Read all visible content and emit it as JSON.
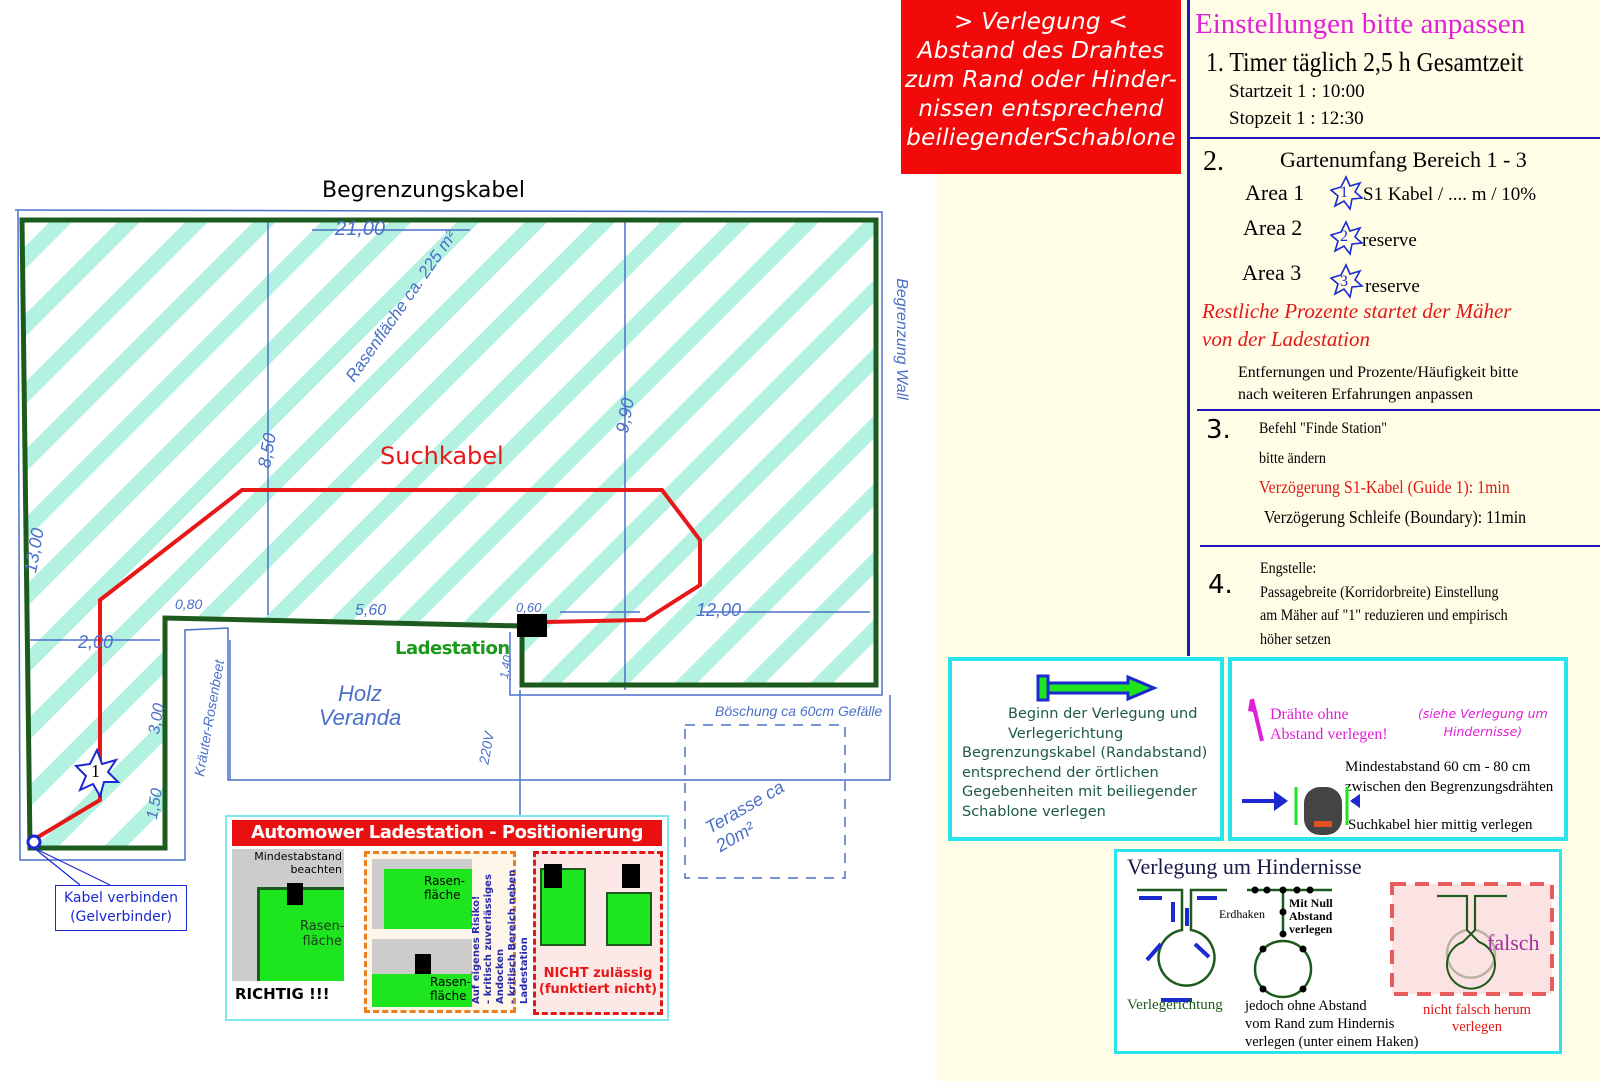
{
  "plan": {
    "boundary_label": "Begrenzungskabel",
    "guide_label": "Suchkabel",
    "station_label": "Ladestation",
    "connector_note": [
      "Kabel verbinden",
      "(Gelverbinder)"
    ],
    "area_marker": "1",
    "handwritten": {
      "width_top": "21,00",
      "height_left": "8,50",
      "height_right": "9,90",
      "height_outer": "13,00",
      "area_note": "Rasenfläche ca. 225 m²",
      "wall": "Begrenzung Wall",
      "dim_2": "2,00",
      "dim_080": "0,80",
      "dim_560": "5,60",
      "dim_060": "0,60",
      "dim_1200": "12,00",
      "dim_140": "1,40",
      "dim_300": "3,00",
      "dim_150": "1,50",
      "flower_bed": "Kräuter-Rosenbeet",
      "veranda": "Holz Veranda",
      "power": "220V",
      "slope": "Böschung ca 60cm Gefälle",
      "terrace": "Terasse ca 20m²"
    }
  },
  "positioning": {
    "title": "Automower Ladestation - Positionierung",
    "min_distance": [
      "Mindestabstand",
      "beachten"
    ],
    "lawn": [
      "Rasen-",
      "fläche"
    ],
    "correct": "RICHTIG !!!",
    "risk": [
      "Auf eigenes Risiko!",
      "- kritisch zuverlässiges Andocken",
      "- kritisch Bereich neben Ladestation"
    ],
    "not_allowed": [
      "NICHT zulässig",
      "(funktiert nicht)"
    ]
  },
  "laying_box": {
    "lines": [
      "> Verlegung <",
      "Abstand des Drahtes",
      "zum Rand oder Hinder-",
      "nissen entsprechend",
      "beiliegenderSchablone"
    ]
  },
  "settings": {
    "title": "Einstellungen bitte anpassen",
    "s1": {
      "heading": "1. Timer täglich 2,5 h Gesamtzeit",
      "start": "Startzeit 1 : 10:00",
      "stop": "Stopzeit 1 : 12:30"
    },
    "s2": {
      "num": "2.",
      "heading": "Gartenumfang Bereich 1 - 3",
      "areas": [
        {
          "label": "Area 1",
          "star": "1",
          "text": "S1 Kabel / .... m / 10%"
        },
        {
          "label": "Area 2",
          "star": "2",
          "text": "reserve"
        },
        {
          "label": "Area 3",
          "star": "3",
          "text": "reserve"
        }
      ],
      "note_red": [
        "Restliche Prozente  startet der Mäher",
        "von der Ladestation"
      ],
      "note": [
        "Entfernungen und Prozente/Häufigkeit bitte",
        "nach weiteren Erfahrungen anpassen"
      ]
    },
    "s3": {
      "num": "3.",
      "lines": [
        "Befehl \"Finde Station\"",
        "bitte ändern"
      ],
      "red": "Verzögerung S1-Kabel (Guide 1): 1min",
      "boundary": "Verzögerung Schleife (Boundary): 11min"
    },
    "s4": {
      "num": "4.",
      "lines": [
        "Engstelle:",
        "Passagebreite (Korridorbreite) Einstellung",
        "am Mäher auf \"1\" reduzieren und empirisch",
        "höher setzen"
      ]
    }
  },
  "start_box": {
    "lines": [
      "Beginn der Verlegung und",
      "Verlegerichtung",
      "Begrenzungskabel (Randabstand)",
      "entsprechend der örtlichen",
      "Gegebenheiten mit beiliegender",
      "Schablone verlegen"
    ]
  },
  "wire_box": {
    "pink": [
      "Drähte ohne",
      "Abstand verlegen!"
    ],
    "pink_italic": [
      "(siehe Verlegung um",
      "Hindernisse)"
    ],
    "min": [
      "Mindestabstand 60 cm - 80 cm",
      "zwischen den Begrenzungsdrähten"
    ],
    "guide": "Suchkabel hier mittig verlegen"
  },
  "obstacle_box": {
    "title": "Verlegung um Hindernisse",
    "direction": "Verlegerichtung",
    "hook": "Erdhaken",
    "zero": [
      "Mit Null",
      "Abstand",
      "verlegen"
    ],
    "however": [
      "jedoch ohne Abstand",
      "vom Rand zum Hindernis",
      "verlegen (unter einem Haken)"
    ],
    "wrong": "falsch",
    "wrong_note": [
      "nicht falsch herum",
      "verlegen"
    ]
  },
  "colors": {
    "boundary": "#1d5a1d",
    "guide": "#e81818",
    "hatch": "#8de8cc",
    "pen": "#4a70c8",
    "accent": "#f20a0a",
    "title": "#e020d8"
  }
}
